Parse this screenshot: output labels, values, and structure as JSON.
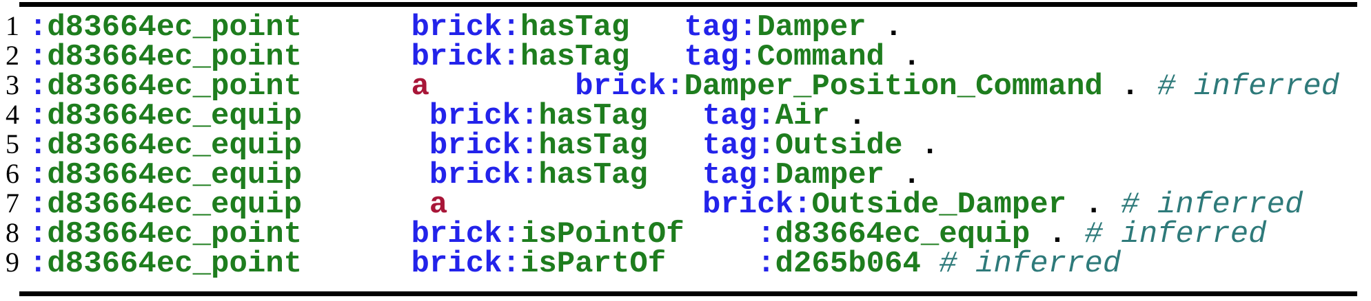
{
  "figure": {
    "kind": "code-listing",
    "language": "turtle"
  },
  "colors": {
    "bg": "#ffffff",
    "rule": "#000000",
    "ln": "#000000",
    "pfx": "#2323ea",
    "name": "#1e7d1e",
    "kw": "#a81638",
    "dot": "#000000",
    "cmt": "#2e7a7a"
  },
  "listing": {
    "lines": [
      {
        "no": "1",
        "tokens": [
          [
            "pfx",
            ":"
          ],
          [
            "name",
            "d83664ec_point"
          ],
          [
            "sp",
            "      "
          ],
          [
            "pfx",
            "brick:"
          ],
          [
            "name",
            "hasTag"
          ],
          [
            "sp",
            "   "
          ],
          [
            "pfx",
            "tag:"
          ],
          [
            "name",
            "Damper"
          ],
          [
            "sp",
            " "
          ],
          [
            "dot",
            "."
          ]
        ]
      },
      {
        "no": "2",
        "tokens": [
          [
            "pfx",
            ":"
          ],
          [
            "name",
            "d83664ec_point"
          ],
          [
            "sp",
            "      "
          ],
          [
            "pfx",
            "brick:"
          ],
          [
            "name",
            "hasTag"
          ],
          [
            "sp",
            "   "
          ],
          [
            "pfx",
            "tag:"
          ],
          [
            "name",
            "Command"
          ],
          [
            "sp",
            " "
          ],
          [
            "dot",
            "."
          ]
        ]
      },
      {
        "no": "3",
        "tokens": [
          [
            "pfx",
            ":"
          ],
          [
            "name",
            "d83664ec_point"
          ],
          [
            "sp",
            "      "
          ],
          [
            "kw",
            "a"
          ],
          [
            "sp",
            "        "
          ],
          [
            "pfx",
            "brick:"
          ],
          [
            "name",
            "Damper_Position_Command"
          ],
          [
            "sp",
            " "
          ],
          [
            "dot",
            "."
          ],
          [
            "sp",
            " "
          ],
          [
            "cmt",
            "# inferred"
          ]
        ]
      },
      {
        "no": "4",
        "tokens": [
          [
            "pfx",
            ":"
          ],
          [
            "name",
            "d83664ec_equip"
          ],
          [
            "sp",
            "       "
          ],
          [
            "pfx",
            "brick:"
          ],
          [
            "name",
            "hasTag"
          ],
          [
            "sp",
            "   "
          ],
          [
            "pfx",
            "tag:"
          ],
          [
            "name",
            "Air"
          ],
          [
            "sp",
            " "
          ],
          [
            "dot",
            "."
          ]
        ]
      },
      {
        "no": "5",
        "tokens": [
          [
            "pfx",
            ":"
          ],
          [
            "name",
            "d83664ec_equip"
          ],
          [
            "sp",
            "       "
          ],
          [
            "pfx",
            "brick:"
          ],
          [
            "name",
            "hasTag"
          ],
          [
            "sp",
            "   "
          ],
          [
            "pfx",
            "tag:"
          ],
          [
            "name",
            "Outside"
          ],
          [
            "sp",
            " "
          ],
          [
            "dot",
            "."
          ]
        ]
      },
      {
        "no": "6",
        "tokens": [
          [
            "pfx",
            ":"
          ],
          [
            "name",
            "d83664ec_equip"
          ],
          [
            "sp",
            "       "
          ],
          [
            "pfx",
            "brick:"
          ],
          [
            "name",
            "hasTag"
          ],
          [
            "sp",
            "   "
          ],
          [
            "pfx",
            "tag:"
          ],
          [
            "name",
            "Damper"
          ],
          [
            "sp",
            " "
          ],
          [
            "dot",
            "."
          ]
        ]
      },
      {
        "no": "7",
        "tokens": [
          [
            "pfx",
            ":"
          ],
          [
            "name",
            "d83664ec_equip"
          ],
          [
            "sp",
            "       "
          ],
          [
            "kw",
            "a"
          ],
          [
            "sp",
            "              "
          ],
          [
            "pfx",
            "brick:"
          ],
          [
            "name",
            "Outside_Damper"
          ],
          [
            "sp",
            " "
          ],
          [
            "dot",
            "."
          ],
          [
            "sp",
            " "
          ],
          [
            "cmt",
            "# inferred"
          ]
        ]
      },
      {
        "no": "8",
        "tokens": [
          [
            "pfx",
            ":"
          ],
          [
            "name",
            "d83664ec_point"
          ],
          [
            "sp",
            "      "
          ],
          [
            "pfx",
            "brick:"
          ],
          [
            "name",
            "isPointOf"
          ],
          [
            "sp",
            "    "
          ],
          [
            "pfx",
            ":"
          ],
          [
            "name",
            "d83664ec_equip"
          ],
          [
            "sp",
            " "
          ],
          [
            "dot",
            "."
          ],
          [
            "sp",
            " "
          ],
          [
            "cmt",
            "# inferred"
          ]
        ]
      },
      {
        "no": "9",
        "tokens": [
          [
            "pfx",
            ":"
          ],
          [
            "name",
            "d83664ec_point"
          ],
          [
            "sp",
            "      "
          ],
          [
            "pfx",
            "brick:"
          ],
          [
            "name",
            "isPartOf"
          ],
          [
            "sp",
            "     "
          ],
          [
            "pfx",
            ":"
          ],
          [
            "name",
            "d265b064"
          ],
          [
            "sp",
            " "
          ],
          [
            "cmt",
            "# inferred"
          ]
        ]
      }
    ]
  }
}
